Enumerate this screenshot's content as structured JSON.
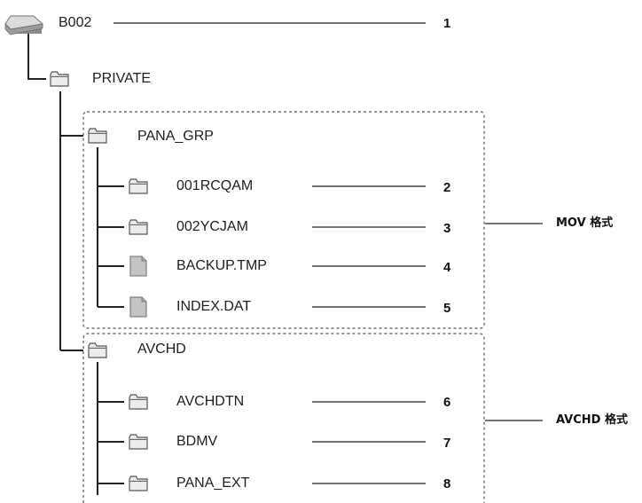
{
  "tree": {
    "root": {
      "label": "B002",
      "icon": "drive-icon",
      "number": "1"
    },
    "private": {
      "label": "PRIVATE",
      "icon": "folder-icon"
    },
    "pana_grp": {
      "label": "PANA_GRP",
      "icon": "folder-icon"
    },
    "pana_grp_items": [
      {
        "label": "001RCQAM",
        "icon": "folder-icon",
        "number": "2"
      },
      {
        "label": "002YCJAM",
        "icon": "folder-icon",
        "number": "3"
      },
      {
        "label": "BACKUP.TMP",
        "icon": "file-icon",
        "number": "4"
      },
      {
        "label": "INDEX.DAT",
        "icon": "file-icon",
        "number": "5"
      }
    ],
    "avchd": {
      "label": "AVCHD",
      "icon": "folder-icon"
    },
    "avchd_items": [
      {
        "label": "AVCHDTN",
        "icon": "folder-icon",
        "number": "6"
      },
      {
        "label": "BDMV",
        "icon": "folder-icon",
        "number": "7"
      },
      {
        "label": "PANA_EXT",
        "icon": "folder-icon",
        "number": "8"
      }
    ]
  },
  "groups": {
    "mov": {
      "label": "MOV 格式"
    },
    "avchd": {
      "label": "AVCHD 格式"
    }
  },
  "colors": {
    "line": "#222222",
    "dashed_box": "#555555",
    "folder_fill": "#ececec",
    "folder_stroke": "#555555",
    "file_fill": "#c4c4c4"
  }
}
